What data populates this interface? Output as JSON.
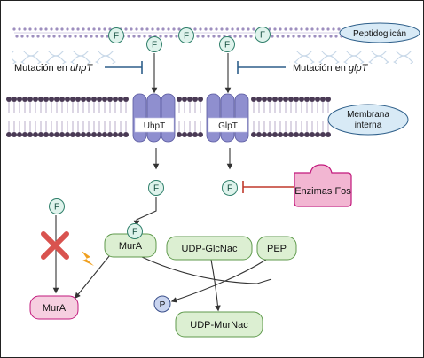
{
  "labels": {
    "peptidoglycan": "Peptidoglicán",
    "membrane_line1": "Membrana",
    "membrane_line2": "interna",
    "mutation_uhpt_prefix": "Mutación en ",
    "mutation_uhpt_gene": "uhpT",
    "mutation_glpt_prefix": "Mutación en ",
    "mutation_glpt_gene": "glpT",
    "transporter_uhpt": "UhpT",
    "transporter_glpt": "GlpT",
    "enzimas_fos": "Enzimas Fos",
    "fosfomycin": "F",
    "mura": "MurA",
    "mura_inactive": "MurA",
    "udp_glcnac": "UDP-GlcNac",
    "pep": "PEP",
    "phosphate": "P",
    "udp_murnac": "UDP-MurNac"
  },
  "colors": {
    "fosfomycin_fill": "#dff3ec",
    "fosfomycin_stroke": "#2f7f6a",
    "transporter": "#8f8fcf",
    "transporter_label_bg": "#ffffff",
    "membrane_bead": "#4a3a55",
    "membrane_tail": "#a898bd",
    "peptidoglycan_bead": "#9e8fbf",
    "callout_fill": "#d8eaf6",
    "callout_stroke": "#2e5f8a",
    "enzyme_fill": "#f2b6d2",
    "enzyme_stroke": "#c2187c",
    "green_box_fill": "#dcefd2",
    "green_box_stroke": "#5f9a4c",
    "pink_box_fill": "#f6cfe0",
    "pink_box_stroke": "#c2187c",
    "phosphate_fill": "#c9d4ef",
    "phosphate_stroke": "#3a4f8a",
    "inhibition": "#2e5f8a",
    "fos_inhibition": "#c0392b",
    "cross": "#d9534f",
    "lightning": "#f0a020",
    "arrow": "#333333"
  }
}
